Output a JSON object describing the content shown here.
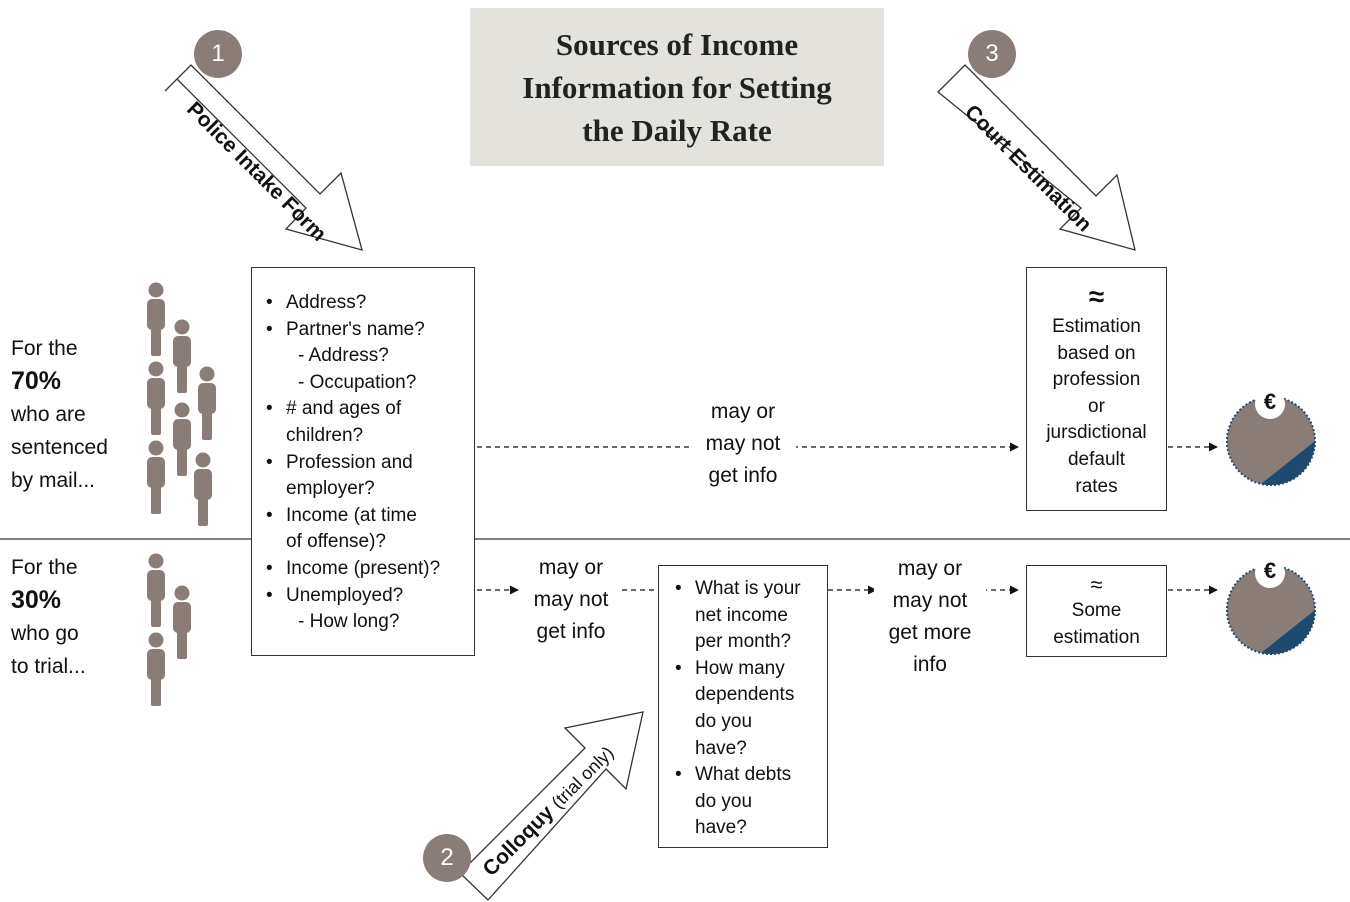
{
  "title": {
    "lines": [
      "Sources of  Income",
      "Information for Setting",
      "the Daily Rate"
    ]
  },
  "groups": {
    "mail": {
      "prefix": "For the",
      "percent": "70%",
      "line3": "who are",
      "line4": "sentenced",
      "line5": "by mail..."
    },
    "trial": {
      "prefix": "For the",
      "percent": "30%",
      "line3": "who go",
      "line4": "to trial..."
    }
  },
  "steps": {
    "one": {
      "number": "1",
      "label": "Police Intake Form"
    },
    "two": {
      "number": "2",
      "label": "Colloquy",
      "label_suffix": "(trial only)"
    },
    "three": {
      "number": "3",
      "label": "Court Estimation"
    }
  },
  "intake_form": {
    "items": [
      {
        "text": "Address?",
        "sub": false
      },
      {
        "text": "Partner's name?",
        "sub": false
      },
      {
        "text": "- Address?",
        "sub": true
      },
      {
        "text": "- Occupation?",
        "sub": true
      },
      {
        "text": "# and ages of",
        "sub": false
      },
      {
        "text": "children?",
        "sub": "cont"
      },
      {
        "text": "Profession and",
        "sub": false
      },
      {
        "text": "employer?",
        "sub": "cont"
      },
      {
        "text": "Income (at time",
        "sub": false
      },
      {
        "text": "of offense)?",
        "sub": "cont"
      },
      {
        "text": "Income (present)?",
        "sub": false
      },
      {
        "text": "Unemployed?",
        "sub": false
      },
      {
        "text": "- How long?",
        "sub": true
      }
    ]
  },
  "colloquy_box": {
    "items": [
      {
        "text": "What is your",
        "sub": false
      },
      {
        "text": "net income",
        "sub": "cont"
      },
      {
        "text": "per month?",
        "sub": "cont"
      },
      {
        "text": "How many",
        "sub": false
      },
      {
        "text": "dependents",
        "sub": "cont"
      },
      {
        "text": "do you",
        "sub": "cont"
      },
      {
        "text": "have?",
        "sub": "cont"
      },
      {
        "text": "What debts",
        "sub": false
      },
      {
        "text": "do you",
        "sub": "cont"
      },
      {
        "text": "have?",
        "sub": "cont"
      }
    ]
  },
  "flow_labels": {
    "mail_gap": [
      "may or",
      "may not",
      "get info"
    ],
    "trial_gap1": [
      "may or",
      "may not",
      "get info"
    ],
    "trial_gap2": [
      "may or",
      "may not",
      "get more",
      "info"
    ]
  },
  "court_box": {
    "symbol": "≈",
    "lines": [
      "Estimation",
      "based on",
      "profession",
      "or",
      "jursdictional",
      "default",
      "rates"
    ]
  },
  "some_box": {
    "symbol": "≈",
    "lines": [
      "Some",
      "estimation"
    ]
  },
  "coin": {
    "symbol": "€"
  },
  "colors": {
    "figure": "#8a7d78",
    "step_circle": "#8a7d78",
    "coin_fill": "#8a7d78",
    "coin_slice": "#1f4a70",
    "title_bg": "#e3e2dd"
  }
}
